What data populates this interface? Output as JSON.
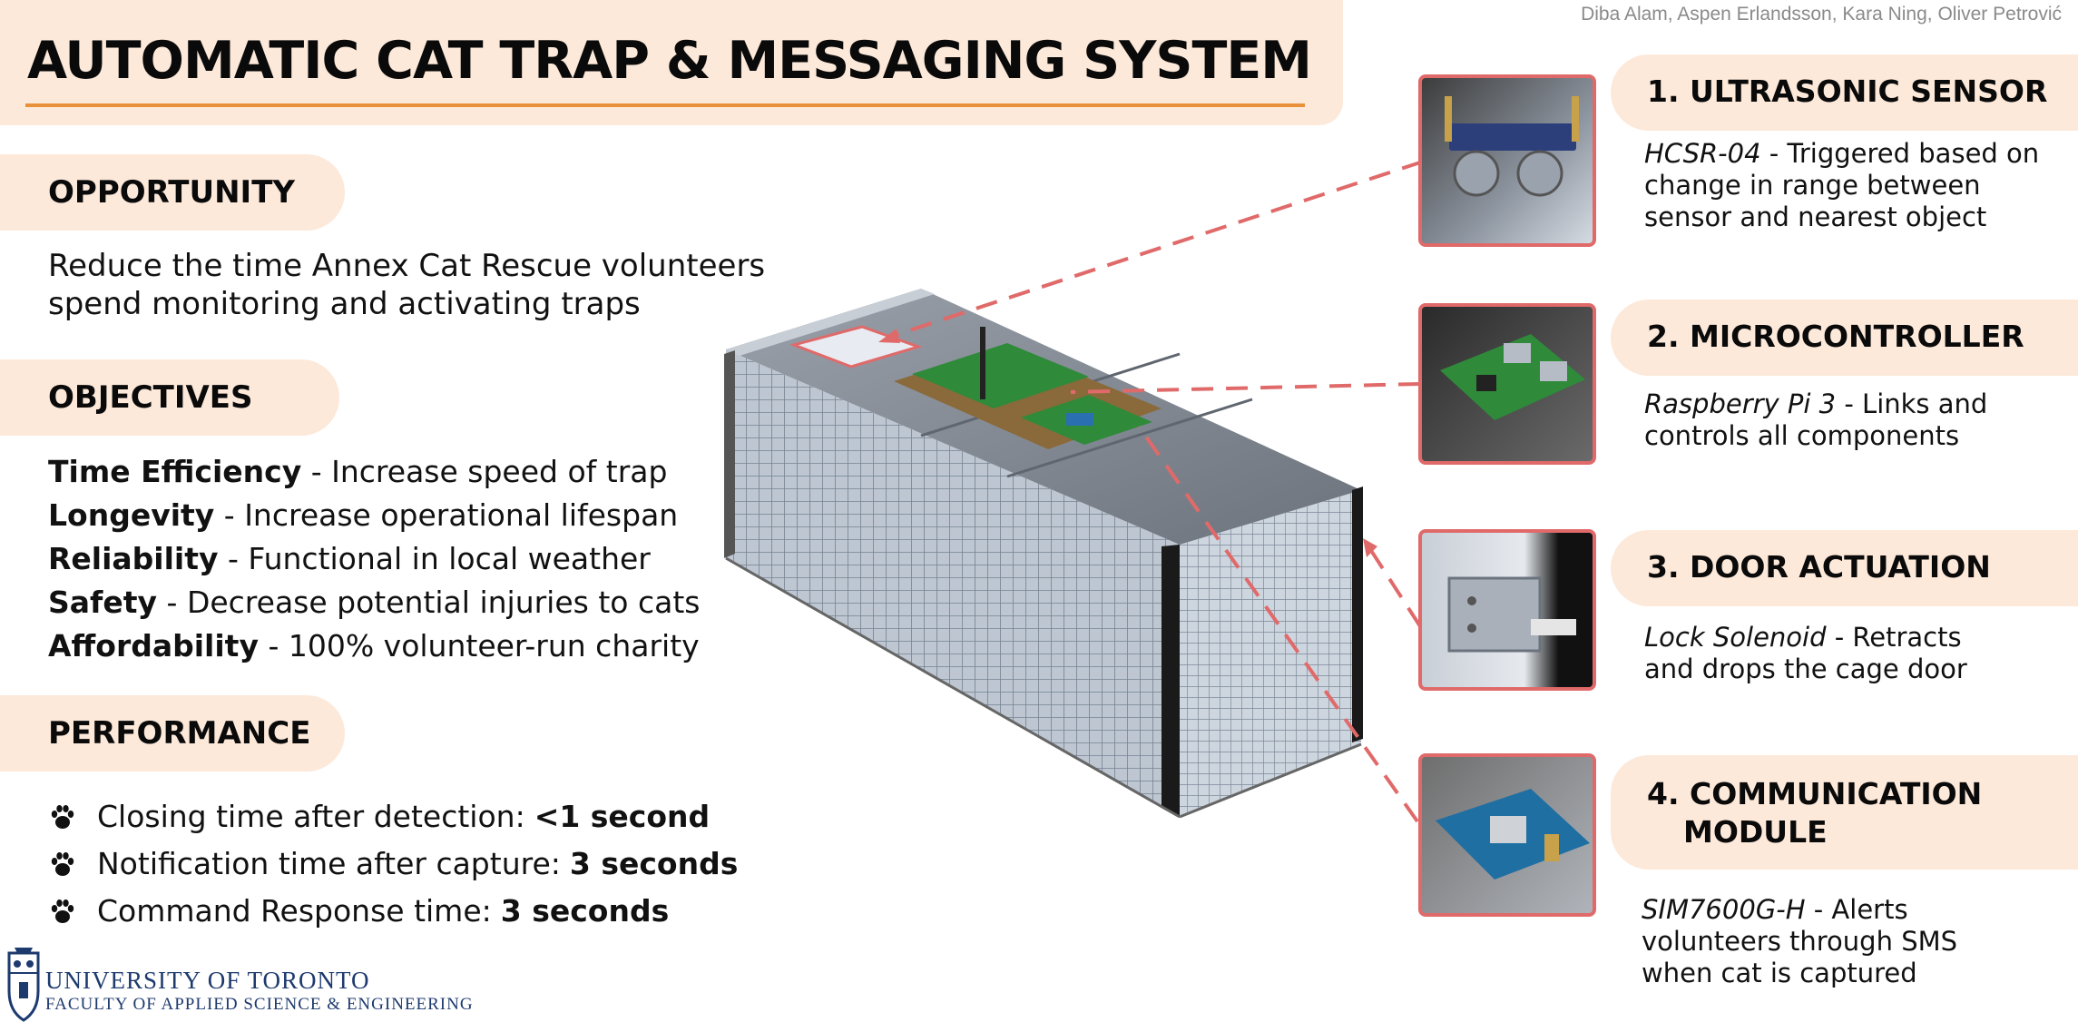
{
  "header": {
    "title": "AUTOMATIC CAT TRAP & MESSAGING SYSTEM",
    "authors": "Diba Alam, Aspen Erlandsson, Kara Ning, Oliver Petrović"
  },
  "opportunity": {
    "heading": "OPPORTUNITY",
    "lines": [
      "Reduce the time Annex Cat Rescue volunteers",
      "spend monitoring and activating traps"
    ]
  },
  "objectives": {
    "heading": "OBJECTIVES",
    "items": [
      {
        "term": "Time Efficiency",
        "desc": " - Increase speed of trap"
      },
      {
        "term": "Longevity",
        "desc": " - Increase operational lifespan"
      },
      {
        "term": "Reliability",
        "desc": " - Functional in local weather"
      },
      {
        "term": "Safety",
        "desc": " - Decrease potential injuries to cats"
      },
      {
        "term": "Affordability",
        "desc": " - 100% volunteer-run charity"
      }
    ]
  },
  "performance": {
    "heading": "PERFORMANCE",
    "items": [
      {
        "label": "Closing time after detection:",
        "value": "<1 second"
      },
      {
        "label": "Notification time after capture:",
        "value": "3 seconds"
      },
      {
        "label": "Command Response time:",
        "value": "3 seconds"
      }
    ]
  },
  "university": {
    "line1": "UNIVERSITY OF TORONTO",
    "line2": "FACULTY OF APPLIED SCIENCE & ENGINEERING"
  },
  "components": [
    {
      "title": "1. ULTRASONIC SENSOR",
      "part": "HCSR-04",
      "desc_lines": [
        " - Triggered based on",
        "change in range between",
        "sensor and nearest object"
      ]
    },
    {
      "title": "2. MICROCONTROLLER",
      "part": "Raspberry Pi 3",
      "desc_lines": [
        " - Links and",
        "controls all components"
      ]
    },
    {
      "title": "3. DOOR ACTUATION",
      "part": "Lock Solenoid",
      "desc_lines": [
        " - Retracts",
        "and drops the cage door"
      ]
    },
    {
      "title_lines": [
        "4. COMMUNICATION",
        "MODULE"
      ],
      "part": "SIM7600G-H",
      "desc_lines": [
        " - Alerts",
        "volunteers through SMS",
        "when cat is captured"
      ]
    }
  ],
  "colors": {
    "accent_fill": "#fde9da",
    "accent_rule": "#e8913a",
    "callout": "#e06a6a",
    "uoft_blue": "#1d3a6e"
  },
  "icons": {
    "bullet": "paw-icon",
    "logo": "uoft-crest-icon"
  }
}
